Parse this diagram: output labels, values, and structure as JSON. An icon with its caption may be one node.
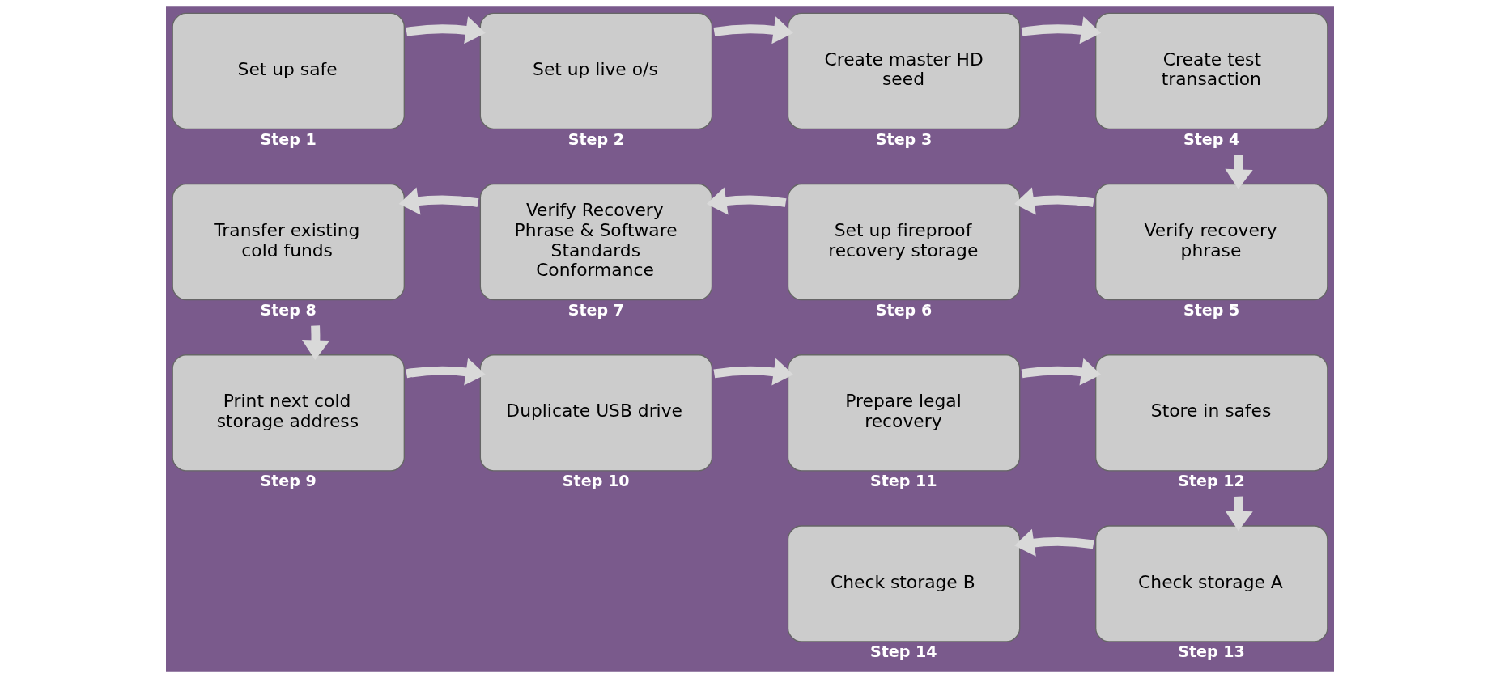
{
  "diagram": {
    "nodes": [
      {
        "text": [
          "Set up safe"
        ],
        "beside": [
          "Step 1"
        ]
      },
      {
        "text": [
          "Set up live o/s"
        ],
        "beside": [
          "Step 2"
        ]
      },
      {
        "text": [
          "Create master HD seed"
        ],
        "beside": [
          "Step 3"
        ]
      },
      {
        "text": [
          "Create test transaction"
        ],
        "beside": [
          "Step 4"
        ]
      },
      {
        "text": [
          "Verify recovery phrase"
        ],
        "beside": [
          "Step 5"
        ]
      },
      {
        "text": [
          "Set up fireproof recovery storage"
        ],
        "beside": [
          "Step 6"
        ]
      },
      {
        "text": [
          "Verify Recovery Phrase & Software Standards Conformance"
        ],
        "beside": [
          "Step 7"
        ]
      },
      {
        "text": [
          "Transfer existing cold funds"
        ],
        "beside": [
          "Step 8"
        ]
      },
      {
        "text": [
          "Print next cold storage address"
        ],
        "beside": [
          "Step 9"
        ]
      },
      {
        "text": [
          "Duplicate USB drive"
        ],
        "beside": [
          "Step 10"
        ]
      },
      {
        "text": [
          "Prepare legal recovery"
        ],
        "beside": [
          "Step 11"
        ]
      },
      {
        "text": [
          "Store in safes"
        ],
        "beside": [
          "Step 12"
        ]
      },
      {
        "text": [
          "Check storage A"
        ],
        "beside": [
          "Step 13"
        ]
      },
      {
        "text": [
          "Check storage B"
        ],
        "beside": [
          "Step 14"
        ]
      }
    ],
    "edges": [
      {
        "from": 0,
        "to": 1,
        "arrow": "to"
      },
      {
        "from": 1,
        "to": 2,
        "arrow": "to"
      },
      {
        "from": 2,
        "to": 3,
        "arrow": "to"
      },
      {
        "from": 3,
        "to": 4,
        "arrow": "to"
      },
      {
        "from": 4,
        "to": 5,
        "arrow": "to"
      },
      {
        "from": 5,
        "to": 6,
        "arrow": "to"
      },
      {
        "from": 6,
        "to": 7,
        "arrow": "to"
      },
      {
        "from": 7,
        "to": 8,
        "arrow": "to"
      },
      {
        "from": 8,
        "to": 9,
        "arrow": "to"
      },
      {
        "from": 9,
        "to": 10,
        "arrow": "to"
      },
      {
        "from": 10,
        "to": 11,
        "arrow": "to"
      },
      {
        "from": 11,
        "to": 12,
        "arrow": "to"
      },
      {
        "from": 12,
        "to": 13,
        "arrow": "to"
      }
    ]
  }
}
